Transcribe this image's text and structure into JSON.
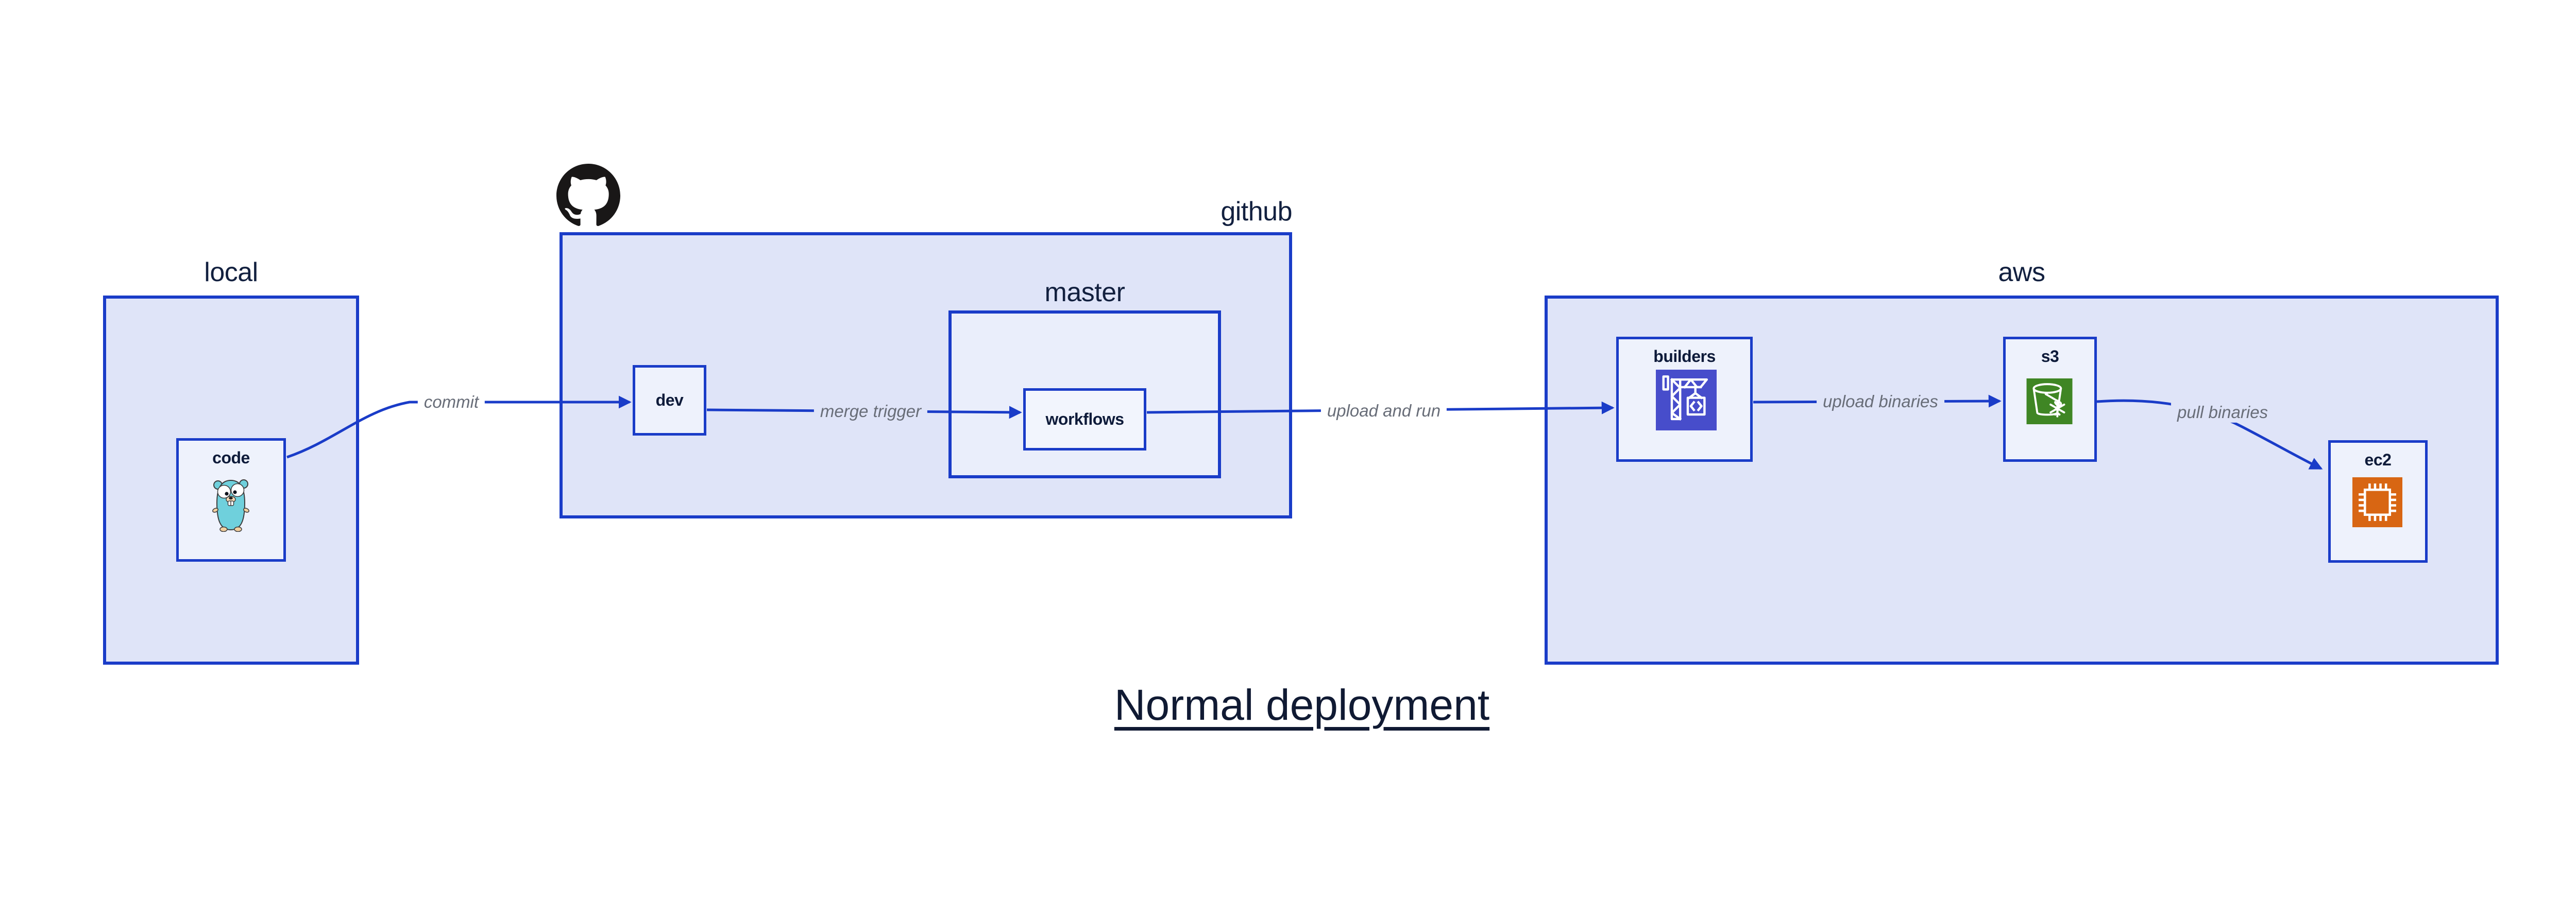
{
  "title": "Normal deployment",
  "colors": {
    "edge_blue": "#1a3cc8",
    "border_blue": "#1a3cc8",
    "container_fill": "#dfe4f8",
    "node_fill": "#eef2fc",
    "inner_fill": "#f2f5fd",
    "label_dark": "#12203f",
    "node_label_dark": "#0e1b3a",
    "edge_label_gray": "#686d78",
    "title_color": "#101a33",
    "canvas_bg": "#ffffff",
    "github_black": "#191717",
    "gopher_teal": "#6fd0dc",
    "codebuild_indigo": "#474dcb",
    "s3_green": "#3f8624",
    "ec2_orange": "#d86613"
  },
  "containers": {
    "local": {
      "label": "local"
    },
    "github": {
      "label": "github"
    },
    "master": {
      "label": "master"
    },
    "aws": {
      "label": "aws"
    }
  },
  "nodes": {
    "code": {
      "label": "code"
    },
    "dev": {
      "label": "dev"
    },
    "workflows": {
      "label": "workflows"
    },
    "builders": {
      "label": "builders"
    },
    "s3": {
      "label": "s3"
    },
    "ec2": {
      "label": "ec2"
    }
  },
  "edges": {
    "commit": {
      "label": "commit",
      "from": "code",
      "to": "dev"
    },
    "merge_trigger": {
      "label": "merge trigger",
      "from": "dev",
      "to": "workflows"
    },
    "upload_and_run": {
      "label": "upload and run",
      "from": "workflows",
      "to": "builders"
    },
    "upload_binaries": {
      "label": "upload binaries",
      "from": "builders",
      "to": "s3"
    },
    "pull_binaries": {
      "label": "pull binaries",
      "from": "s3",
      "to": "ec2"
    }
  },
  "icons": {
    "code": "go-gopher-icon",
    "github": "github-octocat-icon",
    "builders": "codebuild-crane-icon",
    "s3": "s3-glacier-bucket-icon",
    "ec2": "ec2-chip-icon"
  }
}
